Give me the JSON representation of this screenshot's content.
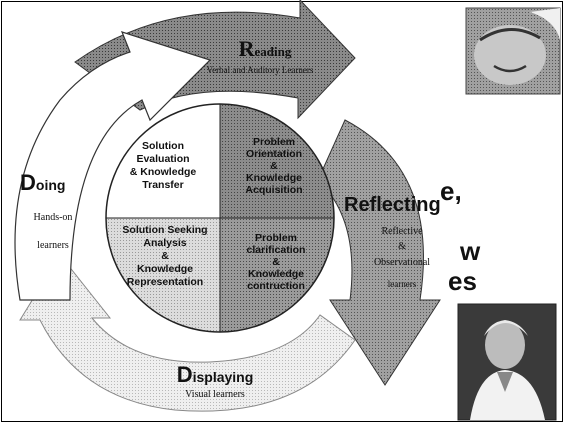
{
  "cycle": {
    "reading": {
      "initial": "R",
      "rest": "eading",
      "subtitle": "Verbal and Auditory Learners"
    },
    "reflecting": {
      "word": "Reflecting",
      "sub1": "Reflective",
      "sub2": "&",
      "sub3": "Observational",
      "sub4": "learners"
    },
    "displaying": {
      "initial": "D",
      "rest": "isplaying",
      "subtitle": "Visual learners"
    },
    "doing": {
      "initial": "D",
      "rest": "oing",
      "sub1": "Hands-on",
      "sub2": "learners"
    }
  },
  "quadrants": {
    "top_left": [
      "Solution",
      "Evaluation",
      "& Knowledge",
      "Transfer"
    ],
    "top_right": [
      "Problem",
      "Orientation",
      "&",
      "Knowledge",
      "Acquisition"
    ],
    "bottom_left": [
      "Solution Seeking",
      "Analysis",
      "&",
      "Knowledge",
      "Representation"
    ],
    "bottom_right": [
      "Problem",
      "clarification",
      "&",
      "Knowledge",
      "contruction"
    ]
  },
  "partial_text": {
    "line1": "e,",
    "line2": "w",
    "line3": "es"
  },
  "colors": {
    "reading_arrow": "#7a7a7a",
    "reflecting_arrow": "#6a6a6a",
    "displaying_arrow": "#e4e4e4",
    "doing_arrow": "#ffffff",
    "quad_top_left": "#ffffff",
    "quad_top_right": "#7c7c7c",
    "quad_bottom_left": "#d4d4d4",
    "quad_bottom_right": "#8a8a8a"
  },
  "images": {
    "top_right_photo": "face-photo",
    "bottom_right_photo": "person-photo"
  }
}
